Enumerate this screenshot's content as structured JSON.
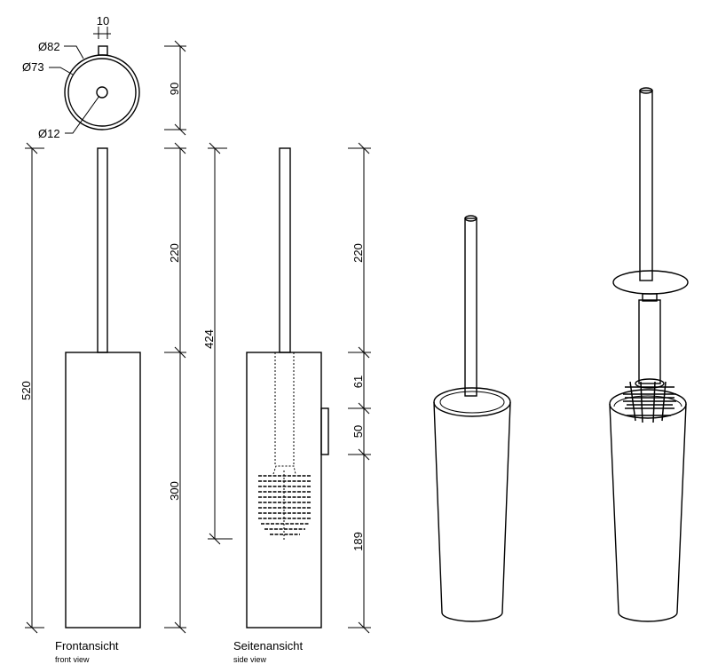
{
  "top_view": {
    "dim_nub": "10",
    "dim_outer": "Ø82",
    "dim_inner": "Ø73",
    "dim_hole": "Ø12",
    "dim_height": "90"
  },
  "front_view": {
    "dim_total": "520",
    "dim_rod": "220",
    "dim_body": "300",
    "label": "Frontansicht",
    "sublabel": "front view"
  },
  "side_view": {
    "dim_brush": "424",
    "dim_rod": "220",
    "dim_upper": "61",
    "dim_bracket": "50",
    "dim_lower": "189",
    "label": "Seitenansicht",
    "sublabel": "side view"
  }
}
